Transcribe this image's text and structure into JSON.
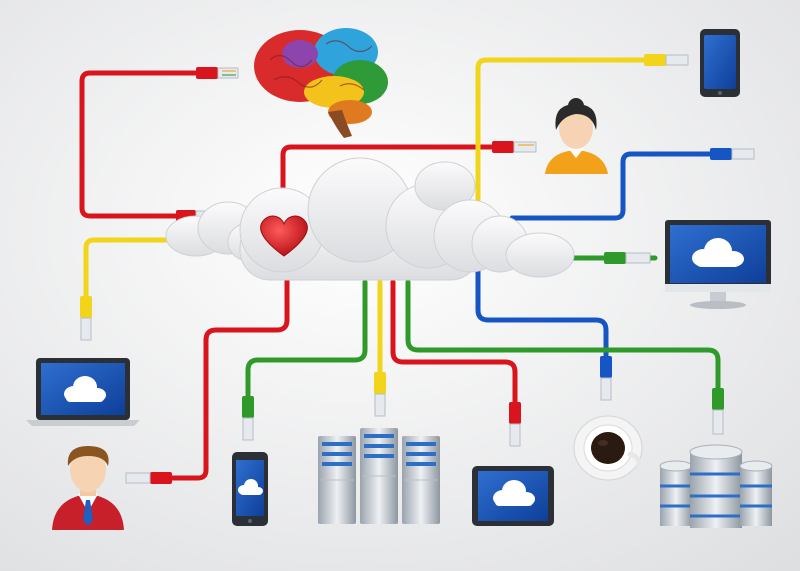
{
  "diagram": {
    "background": [
      "#ffffff",
      "#dedfe1"
    ],
    "cable_colors": {
      "red": "#d9141c",
      "yellow": "#f2d41a",
      "blue": "#1656c4",
      "green": "#2f9a2a"
    },
    "connector_color": "#e6e9ee",
    "hub": {
      "icon": "cloud-icon",
      "accent_icon": "heart-icon",
      "accent_color": "#d81420"
    },
    "devices": [
      {
        "name": "brain",
        "icon": "brain-icon",
        "cable": "red"
      },
      {
        "name": "tablet-portrait",
        "icon": "tablet-icon",
        "cable": "yellow"
      },
      {
        "name": "woman-user",
        "icon": "woman-avatar-icon",
        "cable": "red"
      },
      {
        "name": "blue-link",
        "icon": "connector-icon",
        "cable": "blue"
      },
      {
        "name": "monitor",
        "icon": "monitor-cloud-icon",
        "cable": "green"
      },
      {
        "name": "laptop",
        "icon": "laptop-cloud-icon",
        "cable": "yellow"
      },
      {
        "name": "man-user",
        "icon": "man-avatar-icon",
        "cable": "red"
      },
      {
        "name": "smartphone",
        "icon": "smartphone-cloud-icon",
        "cable": "green"
      },
      {
        "name": "server-rack",
        "icon": "server-icon",
        "cable": "yellow"
      },
      {
        "name": "tablet-landscape",
        "icon": "tablet-cloud-icon",
        "cable": "red"
      },
      {
        "name": "coffee",
        "icon": "coffee-cup-icon",
        "cable": "blue"
      },
      {
        "name": "database",
        "icon": "database-icon",
        "cable": "green"
      }
    ]
  }
}
